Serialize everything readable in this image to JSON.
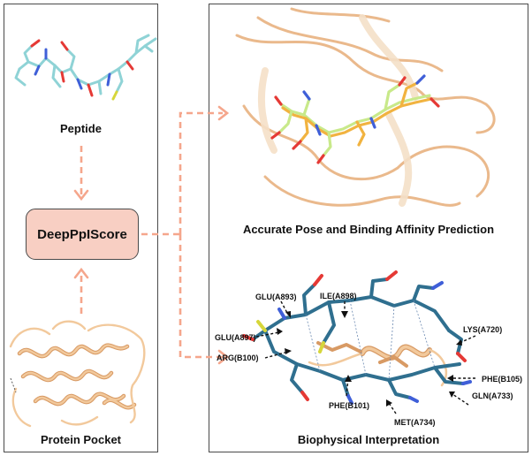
{
  "labels": {
    "peptide": "Peptide",
    "protein_pocket": "Protein Pocket",
    "model": "DeepPpIScore",
    "pose_prediction": "Accurate Pose and Binding Affinity Prediction",
    "interpretation": "Biophysical Interpretation"
  },
  "residues": [
    "GLU(A893)",
    "ILE(A898)",
    "GLU(A897)",
    "ARG(B100)",
    "LYS(A720)",
    "PHE(B105)",
    "GLN(A733)",
    "PHE(B101)",
    "MET(A734)"
  ],
  "colors": {
    "model_box_fill": "#f8cfc3",
    "arrow": "#f5a68c",
    "ribbon": "#f2c99c",
    "peptide_carbon": "#8fd3d6",
    "pose_green": "#c8e98a",
    "pose_orange": "#f1b340",
    "interaction_carbon": "#2f6f8f",
    "oxygen": "#e53935",
    "nitrogen": "#3f5fd8",
    "sulfur": "#d6d63a"
  },
  "icons": [
    "peptide-molecule",
    "protein-pocket-ribbon",
    "docked-pose",
    "interaction-view"
  ]
}
